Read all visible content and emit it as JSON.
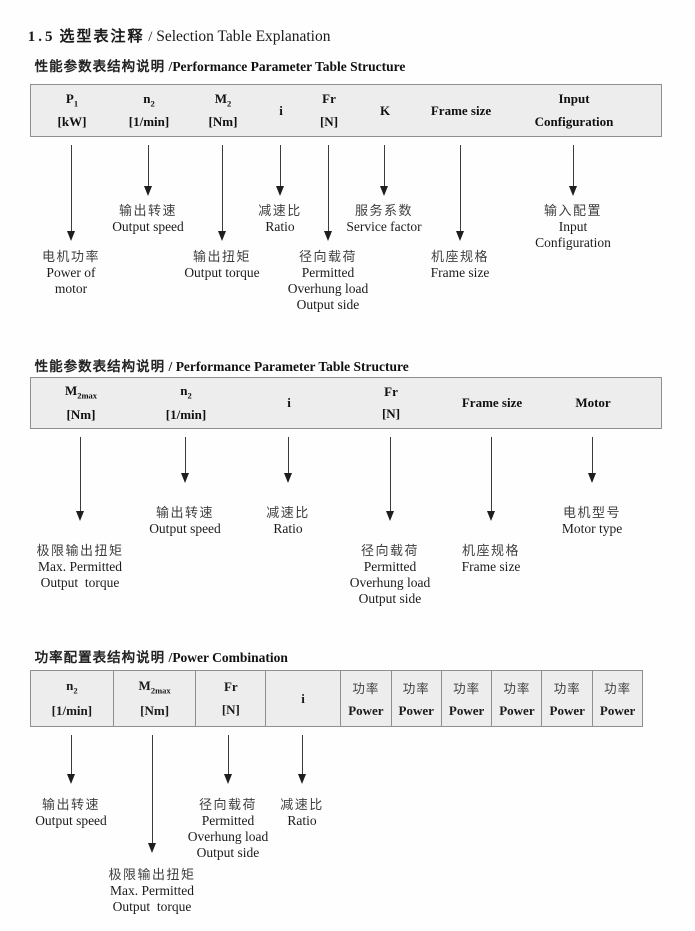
{
  "title": {
    "num": "1.5",
    "zh": "选型表注释",
    "sep": " / ",
    "en": "Selection Table Explanation"
  },
  "d1": {
    "heading_zh": "性能参数表结构说明",
    "heading_sep": " /",
    "heading_en": "Performance Parameter Table Structure",
    "cols": [
      {
        "sym": "P",
        "sub": "1",
        "unit": "[kW]"
      },
      {
        "sym": "n",
        "sub": "2",
        "unit": "[1/min]"
      },
      {
        "sym": "M",
        "sub": "2",
        "unit": "[Nm]"
      },
      {
        "sym": "i",
        "sub": "",
        "unit": ""
      },
      {
        "sym": "Fr",
        "sub": "",
        "unit": "[N]"
      },
      {
        "sym": "K",
        "sub": "",
        "unit": ""
      },
      {
        "sym": "Frame size",
        "sub": "",
        "unit": ""
      },
      {
        "sym": "Input",
        "sub": "",
        "unit": "Configuration"
      }
    ],
    "labels": {
      "p1": [
        "电机功率",
        "Power of",
        "motor"
      ],
      "n2": [
        "输出转速",
        "Output speed"
      ],
      "m2": [
        "输出扭矩",
        "Output torque"
      ],
      "i": [
        "减速比",
        "Ratio"
      ],
      "fr": [
        "径向载荷",
        "Permitted",
        "Overhung load",
        "Output side"
      ],
      "k": [
        "服务系数",
        "Service factor"
      ],
      "frame": [
        "机座规格",
        "Frame size"
      ],
      "input": [
        "输入配置",
        "Input",
        "Configuration"
      ]
    }
  },
  "d2": {
    "heading_zh": "性能参数表结构说明",
    "heading_sep": " / ",
    "heading_en": "Performance Parameter Table Structure",
    "cols": [
      {
        "sym": "M",
        "sub": "2max",
        "unit": "[Nm]"
      },
      {
        "sym": "n",
        "sub": "2",
        "unit": "[1/min]"
      },
      {
        "sym": "i",
        "sub": "",
        "unit": ""
      },
      {
        "sym": "Fr",
        "sub": "",
        "unit": "[N]"
      },
      {
        "sym": "Frame size",
        "sub": "",
        "unit": ""
      },
      {
        "sym": "Motor",
        "sub": "",
        "unit": ""
      }
    ],
    "labels": {
      "m2max": [
        "极限输出扭矩",
        "Max. Permitted",
        "Output  torque"
      ],
      "n2": [
        "输出转速",
        "Output speed"
      ],
      "i": [
        "减速比",
        "Ratio"
      ],
      "fr": [
        "径向载荷",
        "Permitted",
        "Overhung load",
        "Output side"
      ],
      "frame": [
        "机座规格",
        "Frame size"
      ],
      "motor": [
        "电机型号",
        "Motor type"
      ]
    }
  },
  "d3": {
    "heading_zh": "功率配置表结构说明",
    "heading_sep": " /",
    "heading_en": "Power Combination",
    "cols": [
      {
        "sym": "n",
        "sub": "2",
        "unit": "[1/min]"
      },
      {
        "sym": "M",
        "sub": "2max",
        "unit": "[Nm]"
      },
      {
        "sym": "Fr",
        "sub": "",
        "unit": "[N]"
      },
      {
        "sym": "i",
        "sub": "",
        "unit": ""
      }
    ],
    "power_col": {
      "zh": "功率",
      "en": "Power"
    },
    "power_count": 6,
    "labels": {
      "n2": [
        "输出转速",
        "Output speed"
      ],
      "m2max": [
        "极限输出扭矩",
        "Max. Permitted",
        "Output  torque"
      ],
      "fr": [
        "径向载荷",
        "Permitted",
        "Overhung load",
        "Output side"
      ],
      "i": [
        "减速比",
        "Ratio"
      ]
    }
  }
}
